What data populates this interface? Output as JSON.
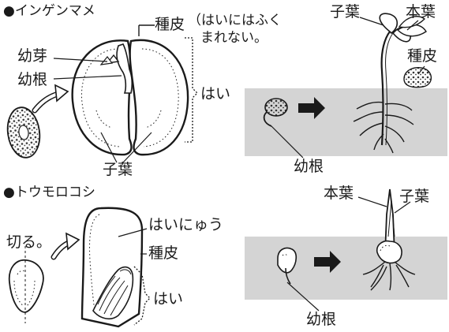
{
  "sections": {
    "bean": {
      "title": "●インゲンマメ",
      "labels": {
        "plumule": "幼芽",
        "radicle": "幼根",
        "seed_coat": "種皮",
        "note_line1": "（はいにはふく",
        "note_line2": "まれない。",
        "embryo": "はい",
        "cotyledon": "子葉",
        "grown_cotyledon": "子葉",
        "grown_true_leaf": "本葉",
        "grown_seed_coat": "種皮",
        "grown_radicle": "幼根"
      }
    },
    "corn": {
      "title": "●トウモロコシ",
      "labels": {
        "cut": "切る。",
        "endosperm": "はいにゅう",
        "seed_coat": "種皮",
        "embryo": "はい",
        "grown_true_leaf": "本葉",
        "grown_cotyledon": "子葉",
        "grown_radicle": "幼根"
      }
    }
  },
  "colors": {
    "ink": "#1a1a1a",
    "soil": "#d4d4d4",
    "seed_spots": "#333333",
    "white": "#ffffff"
  }
}
